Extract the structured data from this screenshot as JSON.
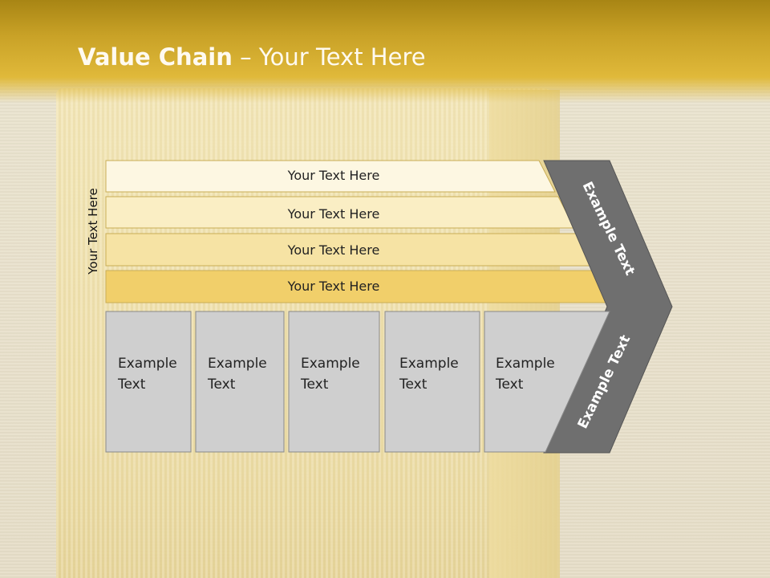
{
  "title": {
    "bold": "Value Chain",
    "rest": " – Your Text Here"
  },
  "side_label": "Your Text Here",
  "levels": [
    "Your Text Here",
    "Your Text Here",
    "Your Text Here",
    "Your Text Here"
  ],
  "boxes": [
    [
      "Example",
      "Text"
    ],
    [
      "Example",
      "Text"
    ],
    [
      "Example",
      "Text"
    ],
    [
      "Example",
      "Text"
    ],
    [
      "Example",
      "Text"
    ]
  ],
  "arrow": {
    "top": "Example Text",
    "bottom": "Example Text"
  },
  "colors": {
    "header": "#c9a227",
    "level_fills": [
      "#fdf7e2",
      "#faeec4",
      "#f6e3a4",
      "#f1cf6a"
    ],
    "box": "#cfcfcf",
    "arrow": "#707070"
  }
}
